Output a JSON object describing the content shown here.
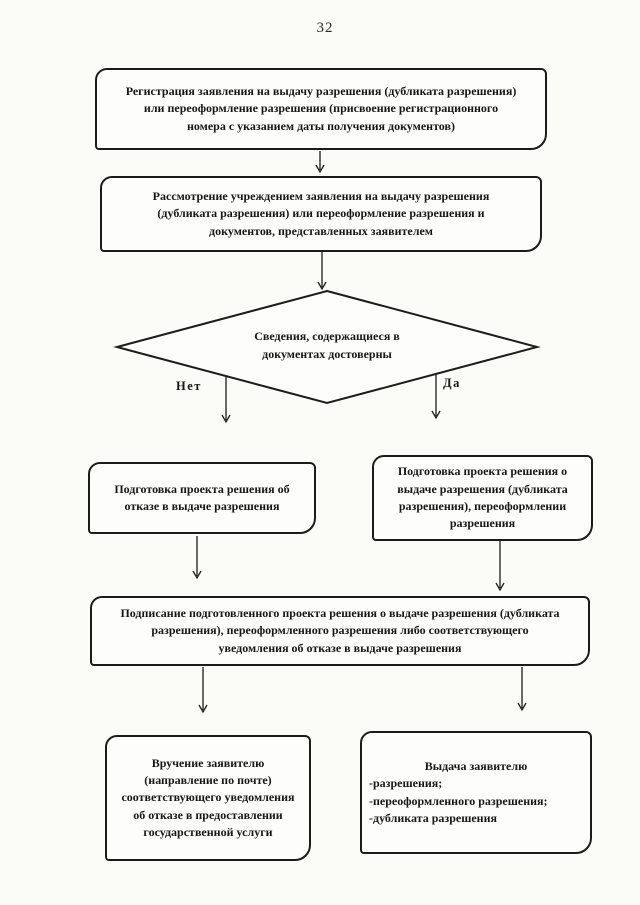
{
  "page": {
    "number": "32"
  },
  "colors": {
    "ink": "#1b1b1b",
    "paper": "#fbfbf8"
  },
  "flowchart": {
    "registration": {
      "lines": [
        "Регистрация заявления на выдачу разрешения (дубликата разрешения)",
        "или переоформление разрешения (присвоение регистрационного",
        "номера с указанием даты получения документов)"
      ]
    },
    "review": {
      "lines": [
        "Рассмотрение учреждением заявления на выдачу разрешения",
        "(дубликата разрешения) или переоформление разрешения и",
        "документов, представленных заявителем"
      ]
    },
    "decision": {
      "lines": [
        "Сведения, содержащиеся в",
        "документах достоверны"
      ]
    },
    "branches": {
      "no": "Нет",
      "yes": "Да"
    },
    "refusal_draft": {
      "lines": [
        "Подготовка проекта решения об",
        "отказе в выдаче разрешения"
      ]
    },
    "issue_draft": {
      "lines": [
        "Подготовка проекта решения о",
        "выдаче разрешения (дубликата",
        "разрешения), переоформлении",
        "разрешения"
      ]
    },
    "signing": {
      "lines": [
        "Подписание подготовленного проекта решения о выдаче разрешения (дубликата",
        "разрешения), переоформленного разрешения либо соответствующего",
        "уведомления об отказе в выдаче разрешения"
      ]
    },
    "delivery": {
      "lines": [
        "Вручение заявителю",
        "(направление по почте)",
        "соответствующего уведомления",
        "об отказе в предоставлении",
        "государственной услуги"
      ]
    },
    "issuance": {
      "title": "Выдача заявителю",
      "items": [
        "-разрешения;",
        "-переоформленного разрешения;",
        "-дубликата разрешения"
      ]
    }
  }
}
